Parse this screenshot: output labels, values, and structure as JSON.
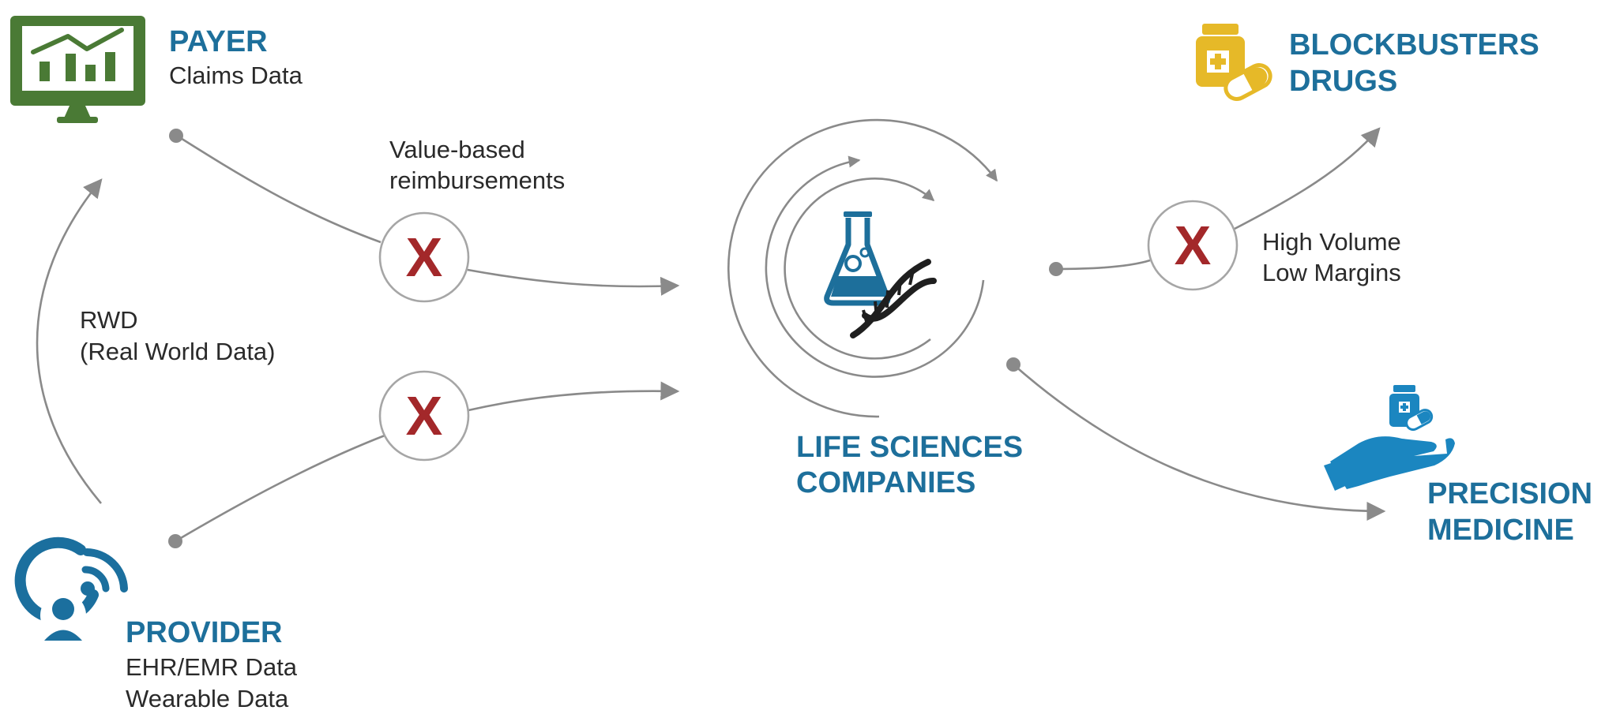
{
  "payer": {
    "title": "PAYER",
    "subtitle": "Claims Data"
  },
  "provider": {
    "title": "PROVIDER",
    "lines": [
      "EHR/EMR Data",
      "Wearable Data"
    ]
  },
  "rwd": {
    "lines": [
      "RWD",
      "(Real World Data)"
    ]
  },
  "value_based": {
    "lines": [
      "Value-based",
      "reimbursements"
    ]
  },
  "center": {
    "lines": [
      "LIFE SCIENCES",
      "COMPANIES"
    ]
  },
  "blockbusters": {
    "lines": [
      "BLOCKBUSTERS",
      "DRUGS"
    ]
  },
  "high_volume": {
    "lines": [
      "High Volume",
      "Low Margins"
    ]
  },
  "precision": {
    "lines": [
      "PRECISION",
      "MEDICINE"
    ]
  },
  "blocked_mark": "X",
  "colors": {
    "title_blue": "#1d6f9b",
    "payer_green": "#4a7a35",
    "drug_yellow": "#e6b928",
    "hand_blue": "#1b86c0",
    "x_red": "#a3282a",
    "connector_gray": "#8a8a8a",
    "text_dark": "#2a2a2a"
  },
  "icons": [
    "monitor-chart-icon",
    "wireless-user-icon",
    "flask-dna-icon",
    "pill-bottle-capsule-icon",
    "hand-medicine-icon"
  ]
}
